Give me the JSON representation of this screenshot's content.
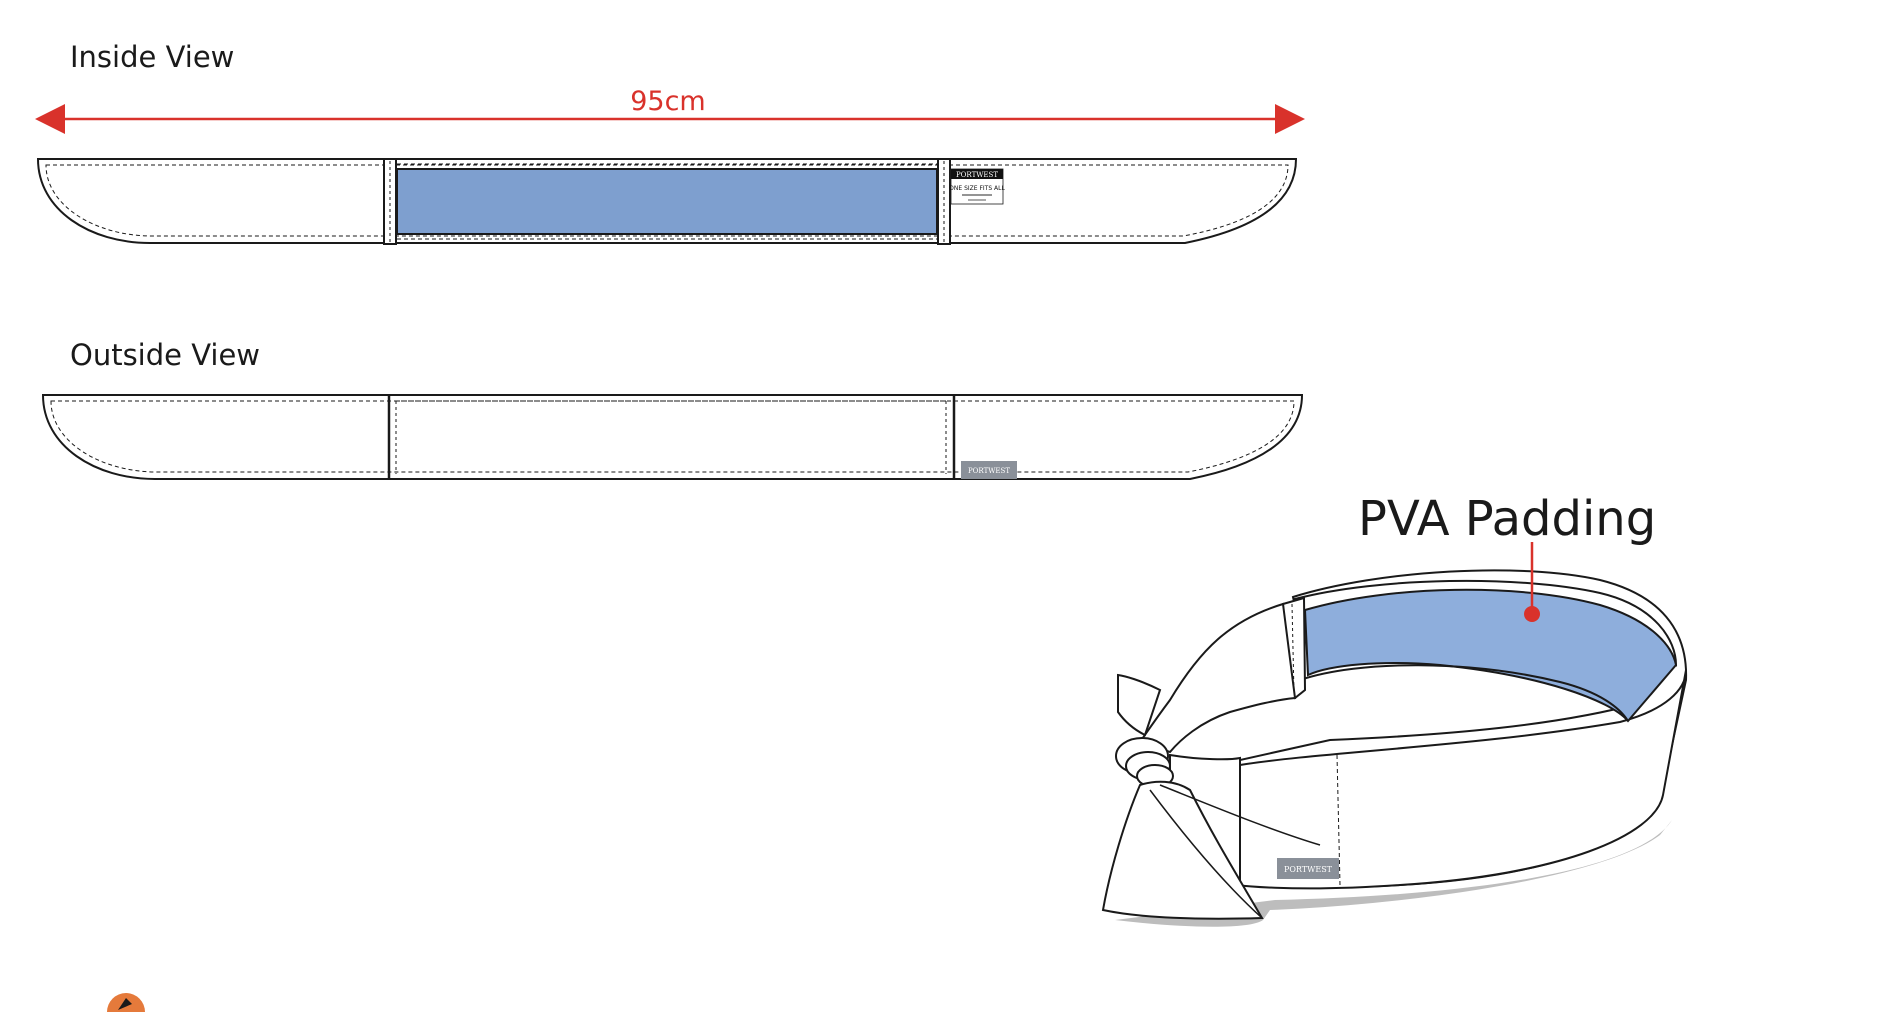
{
  "inside_view": {
    "title": "Inside View",
    "dimension": "95cm"
  },
  "outside_view": {
    "title": "Outside View"
  },
  "callout": {
    "label": "PVA Padding"
  },
  "care_label": {
    "brand": "PORTWEST",
    "line1": "ONE SIZE FITS ALL"
  },
  "brand_tag": {
    "text": "PORTWEST"
  },
  "colors": {
    "pva_blue": "#7e9fcf",
    "pva_blue_light": "#8eaedc",
    "dimension_red": "#d9322b",
    "outline": "#1a1a1a",
    "tag_grey": "#8a9099"
  }
}
